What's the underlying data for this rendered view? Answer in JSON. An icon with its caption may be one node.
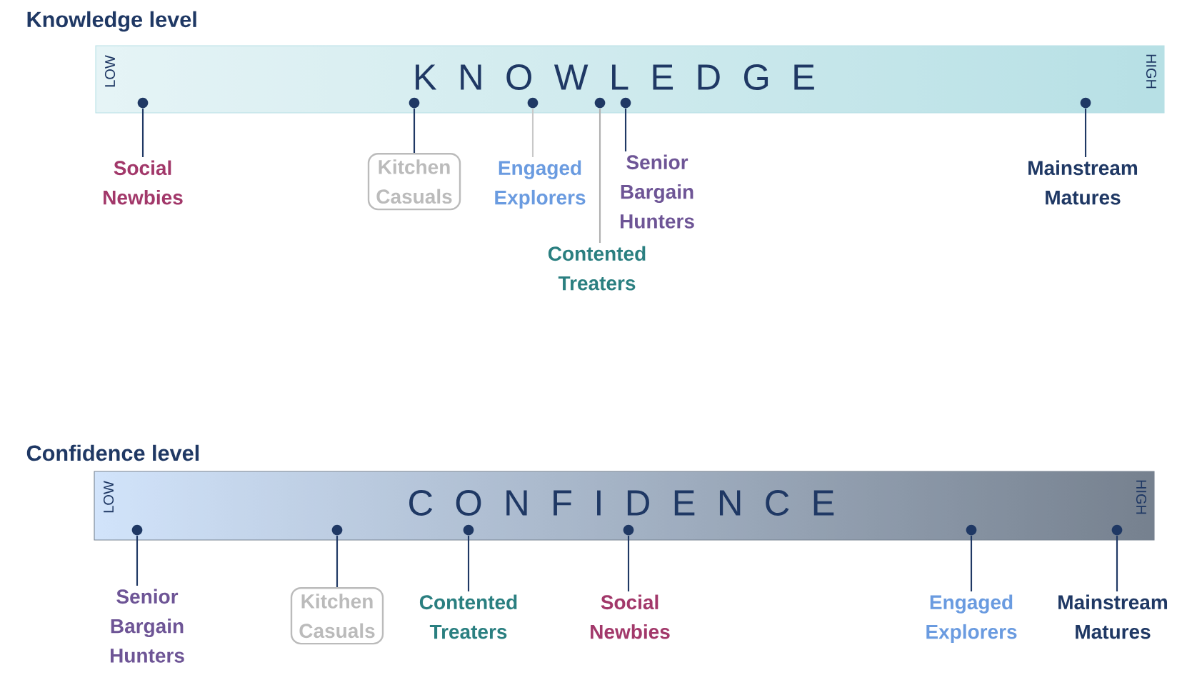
{
  "diagram": {
    "nodes": [
      {
        "text": [
          "Knowledge level",
          "K N O W L E D G E",
          "LOW",
          "HIGH"
        ]
      },
      {
        "text": [],
        "shape": "circle",
        "in": 0
      },
      {
        "text": [],
        "shape": "circle",
        "in": 0
      },
      {
        "text": [],
        "shape": "circle",
        "in": 0
      },
      {
        "text": [],
        "shape": "circle",
        "in": 0
      },
      {
        "text": [],
        "shape": "circle",
        "in": 0
      },
      {
        "text": [],
        "shape": "circle",
        "in": 0
      },
      {
        "text": [
          "Social Newbies"
        ]
      },
      {
        "text": [
          "Kitchen Casuals"
        ]
      },
      {
        "text": [
          "Engaged Explorers"
        ]
      },
      {
        "text": [
          "Senior Bargain Hunters"
        ]
      },
      {
        "text": [
          "Contented Treaters"
        ]
      },
      {
        "text": [
          "Mainstream Matures"
        ]
      },
      {
        "text": [
          "Confidence level",
          "C O N F I D E N C E",
          "LOW",
          "HIGH"
        ]
      },
      {
        "text": [],
        "shape": "circle",
        "in": 13
      },
      {
        "text": [],
        "shape": "circle",
        "in": 13
      },
      {
        "text": [],
        "shape": "circle",
        "in": 13
      },
      {
        "text": [],
        "shape": "circle",
        "in": 13
      },
      {
        "text": [],
        "shape": "circle",
        "in": 13
      },
      {
        "text": [],
        "shape": "circle",
        "in": 13
      },
      {
        "text": [
          "Senior Bargain Hunters"
        ]
      },
      {
        "text": [
          "Kitchen Casuals"
        ]
      },
      {
        "text": [
          "Contented Treaters"
        ]
      },
      {
        "text": [
          "Social Newbies"
        ]
      },
      {
        "text": [
          "Engaged Explorers"
        ]
      },
      {
        "text": [
          "Mainstream Matures"
        ]
      }
    ],
    "edges": [
      {
        "from": 1,
        "to": 7,
        "arrow": "none"
      },
      {
        "from": 2,
        "to": 8,
        "arrow": "none"
      },
      {
        "from": 3,
        "to": 9,
        "arrow": "none",
        "color": "#c8c8c8"
      },
      {
        "from": 4,
        "to": 11,
        "arrow": "none",
        "color": "#b0b0b0"
      },
      {
        "from": 5,
        "to": 10,
        "arrow": "none"
      },
      {
        "from": 6,
        "to": 12,
        "arrow": "none"
      },
      {
        "from": 14,
        "to": 20,
        "arrow": "none"
      },
      {
        "from": 15,
        "to": 21,
        "arrow": "none"
      },
      {
        "from": 16,
        "to": 22,
        "arrow": "none"
      },
      {
        "from": 17,
        "to": 23,
        "arrow": "none"
      },
      {
        "from": 18,
        "to": 24,
        "arrow": "none"
      },
      {
        "from": 19,
        "to": 25,
        "arrow": "none"
      }
    ]
  }
}
